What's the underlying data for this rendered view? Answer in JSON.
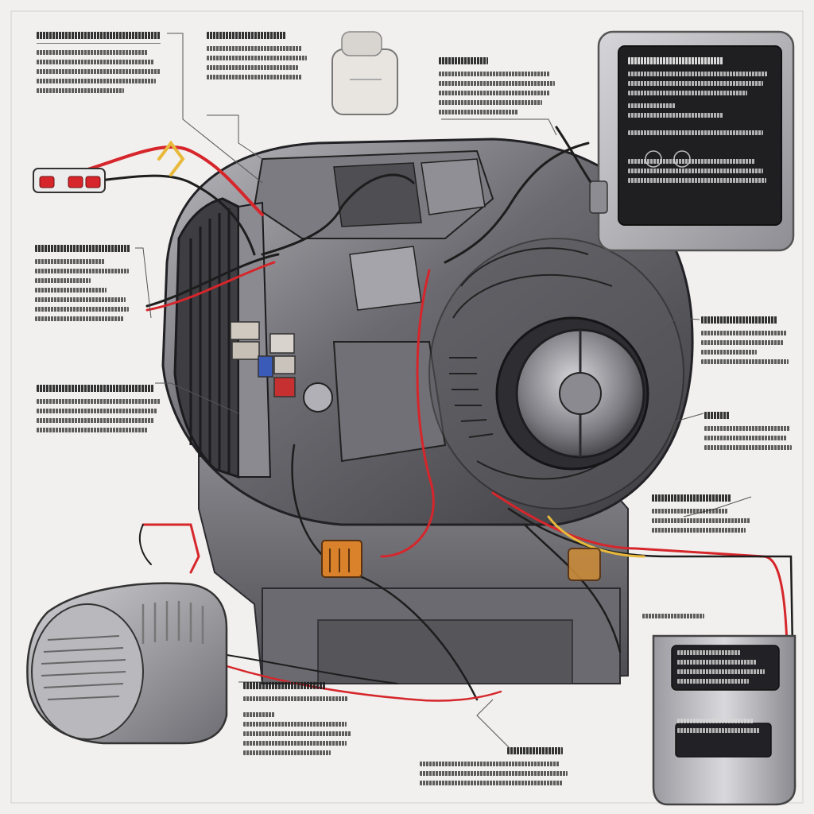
{
  "diagram": {
    "colors": {
      "background": "#f1f0ee",
      "housing": "#5e5e62",
      "housing_light": "#9a9aa0",
      "wire_red": "#d6262b",
      "wire_black": "#1d1d1d",
      "wire_yellow": "#e8b93a",
      "connector_orange": "#d9822b",
      "screen": "#1f1f22"
    },
    "components": [
      {
        "name": "alternator-housing"
      },
      {
        "name": "cooling-fins"
      },
      {
        "name": "pulley"
      },
      {
        "name": "rotor-coil"
      },
      {
        "name": "diode-rectifier"
      },
      {
        "name": "control-module-display"
      },
      {
        "name": "battery"
      },
      {
        "name": "cooling-fan-housing"
      },
      {
        "name": "fuse-connector-red"
      },
      {
        "name": "capacitor-clip"
      },
      {
        "name": "wiring-harness"
      }
    ],
    "callouts": [
      {
        "id": "top-left"
      },
      {
        "id": "top-center"
      },
      {
        "id": "top-right"
      },
      {
        "id": "left-mid"
      },
      {
        "id": "left-lower"
      },
      {
        "id": "right-mid"
      },
      {
        "id": "right-lower"
      },
      {
        "id": "right-bottom"
      },
      {
        "id": "bottom-center"
      },
      {
        "id": "bottom-right"
      },
      {
        "id": "display-screen"
      },
      {
        "id": "battery-label"
      }
    ]
  }
}
